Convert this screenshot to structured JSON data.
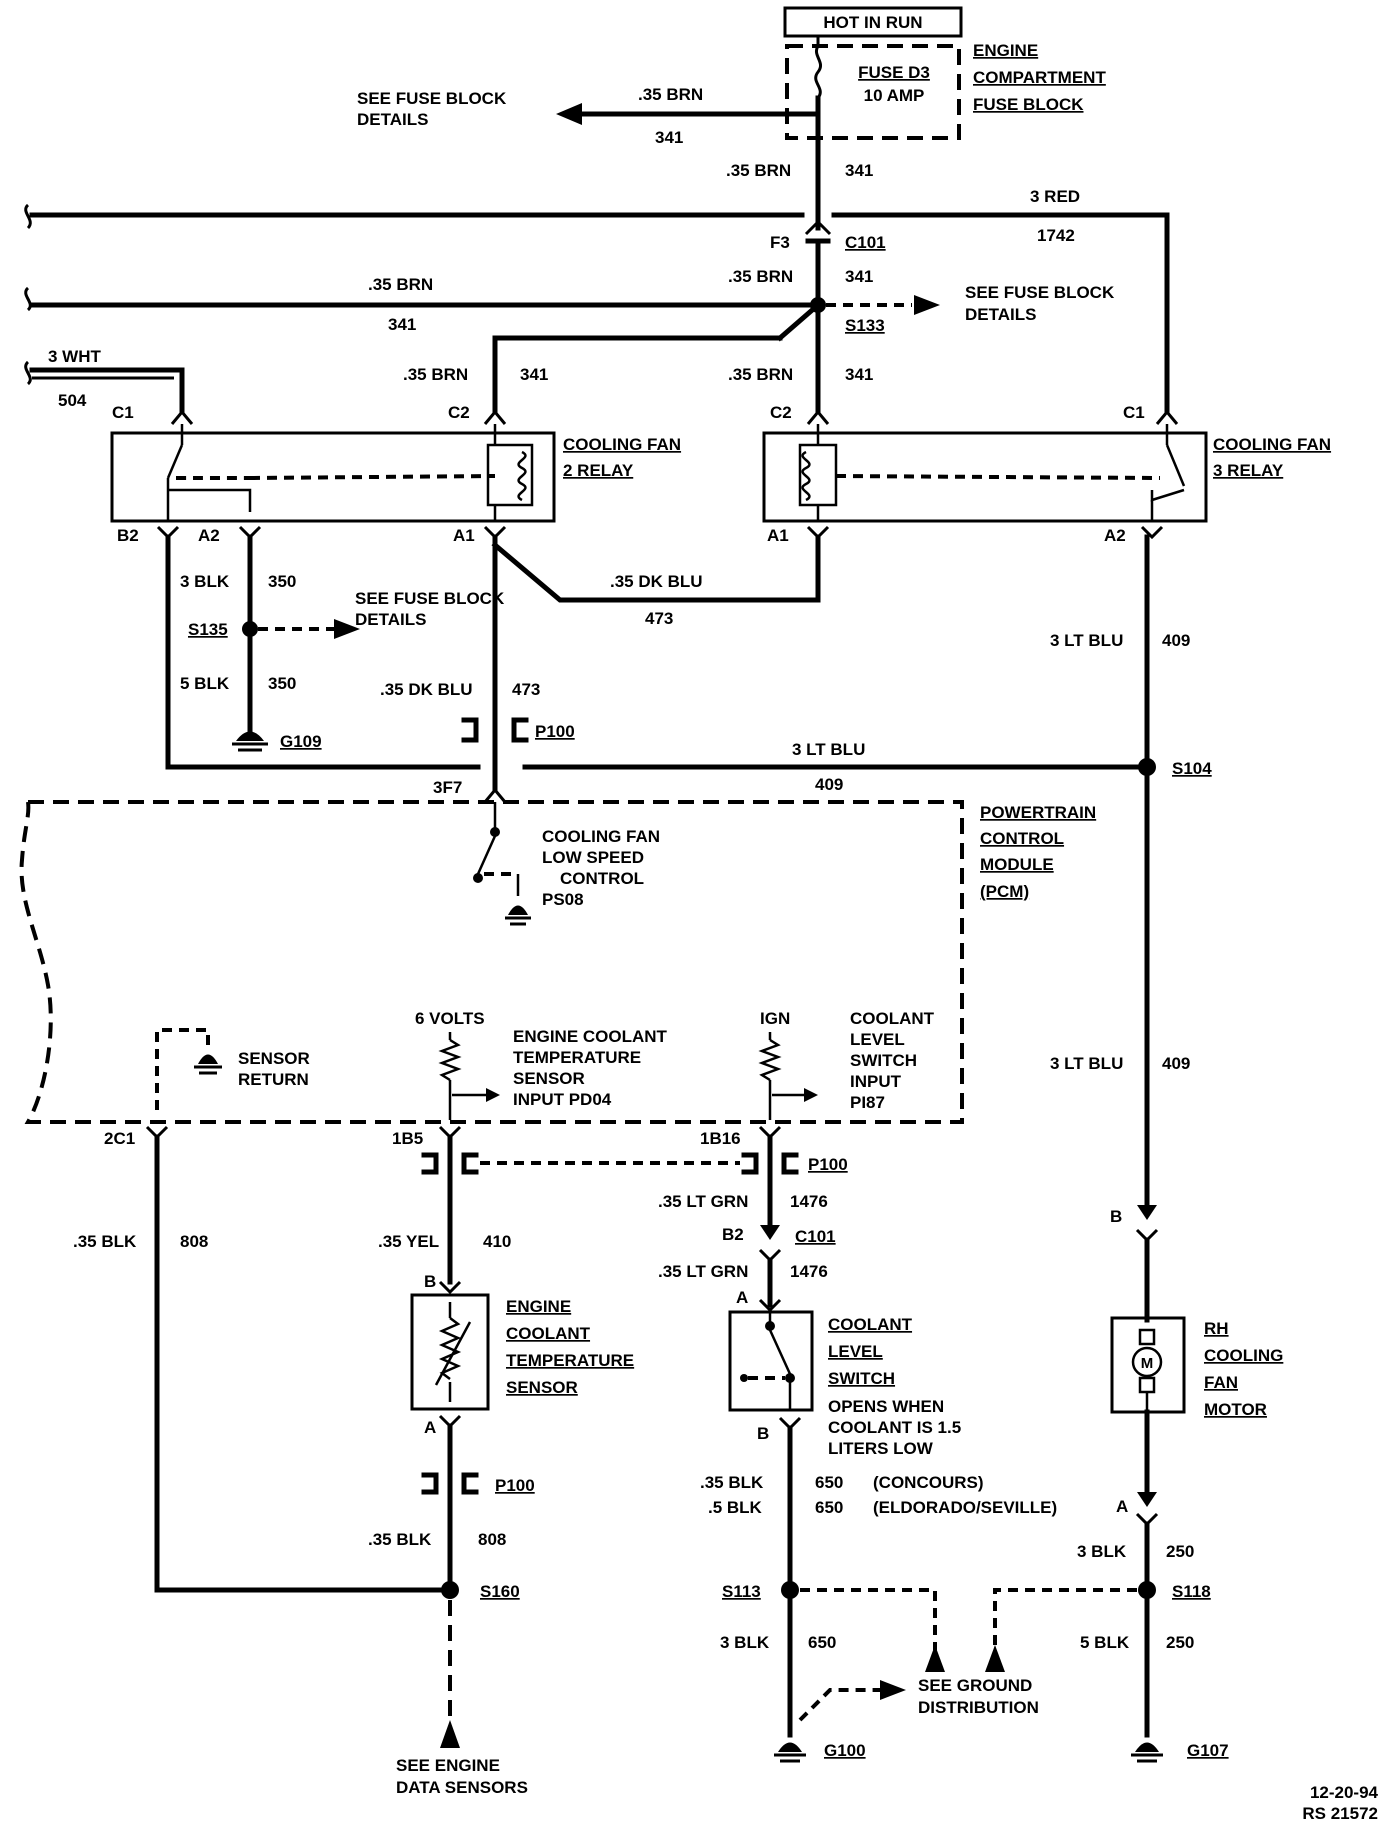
{
  "header": {
    "hot_in_run": "HOT IN RUN",
    "fuse_block_title": [
      "ENGINE",
      "COMPARTMENT",
      "FUSE BLOCK"
    ],
    "fuse_name": "FUSE D3",
    "fuse_rating": "10 AMP",
    "see_fuse_block_details": [
      "SEE FUSE BLOCK",
      "DETAILS"
    ]
  },
  "wires": {
    "brn_035": ".35 BRN",
    "brn_circuit": "341",
    "red_3": "3 RED",
    "red_circuit": "1742",
    "wht_3": "3 WHT",
    "wht_circuit": "504",
    "blk_3": "3 BLK",
    "blk_5": "5 BLK",
    "blk_circuit_350": "350",
    "dkblu_035": ".35 DK BLU",
    "dkblu_circuit": "473",
    "ltblu_3": "3 LT BLU",
    "ltblu_circuit": "409",
    "blk_035": ".35 BLK",
    "blk_circuit_808": "808",
    "yel_035": ".35 YEL",
    "yel_circuit": "410",
    "ltgrn_035": ".35 LT GRN",
    "ltgrn_circuit": "1476",
    "blk_05": ".5 BLK",
    "blk_circuit_650": "650",
    "blk_circuit_250": "250",
    "concours": "(CONCOURS)",
    "eldorado": "(ELDORADO/SEVILLE)"
  },
  "connectors": {
    "f3": "F3",
    "c101": "C101",
    "s133": "S133",
    "c1": "C1",
    "c2": "C2",
    "b2": "B2",
    "a2": "A2",
    "a1": "A1",
    "s135": "S135",
    "g109": "G109",
    "p100": "P100",
    "s104": "S104",
    "pin_3f7": "3F7",
    "pin_2c1": "2C1",
    "pin_1b5": "1B5",
    "pin_1b16": "1B16",
    "b": "B",
    "a": "A",
    "s160": "S160",
    "s113": "S113",
    "s118": "S118",
    "g100": "G100",
    "g107": "G107"
  },
  "components": {
    "fan2_relay": [
      "COOLING FAN",
      "2 RELAY"
    ],
    "fan3_relay": [
      "COOLING FAN",
      "3 RELAY"
    ],
    "pcm": [
      "POWERTRAIN",
      "CONTROL",
      "MODULE",
      "(PCM)"
    ],
    "low_speed": [
      "COOLING FAN",
      "LOW SPEED",
      "CONTROL",
      "PS08"
    ],
    "six_volts": "6 VOLTS",
    "ign": "IGN",
    "sensor_return": [
      "SENSOR",
      "RETURN"
    ],
    "ect_input": [
      "ENGINE COOLANT",
      "TEMPERATURE",
      "SENSOR",
      "INPUT PD04"
    ],
    "coolant_input": [
      "COOLANT",
      "LEVEL",
      "SWITCH",
      "INPUT",
      "PI87"
    ],
    "ect_sensor": [
      "ENGINE",
      "COOLANT",
      "TEMPERATURE",
      "SENSOR"
    ],
    "coolant_switch": [
      "COOLANT",
      "LEVEL",
      "SWITCH"
    ],
    "opens_when": [
      "OPENS WHEN",
      "COOLANT IS 1.5",
      "LITERS LOW"
    ],
    "rh_motor": [
      "RH",
      "COOLING",
      "FAN",
      "MOTOR"
    ],
    "see_ground": [
      "SEE GROUND",
      "DISTRIBUTION"
    ],
    "see_engine": [
      "SEE ENGINE",
      "DATA SENSORS"
    ]
  },
  "footer": {
    "date": "12-20-94",
    "ref": "RS 21572"
  }
}
